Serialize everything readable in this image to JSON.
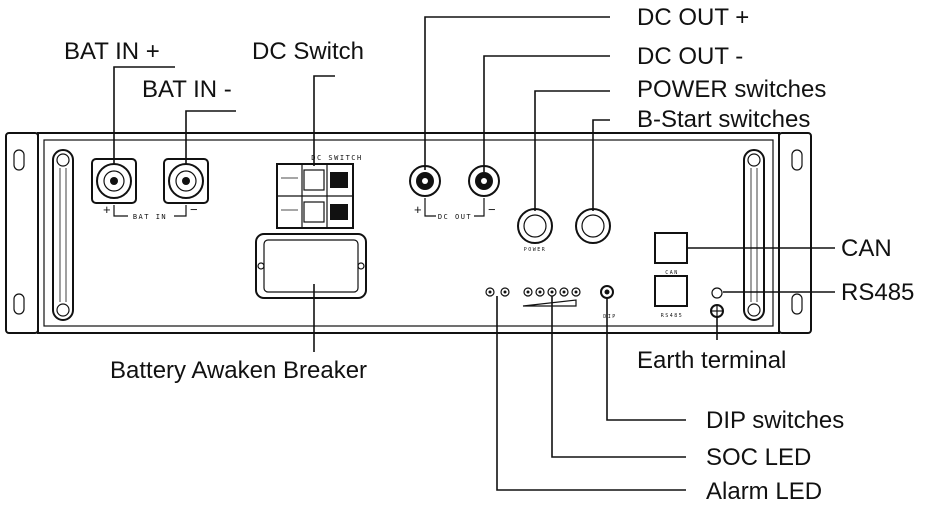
{
  "callouts": {
    "bat_in_plus": "BAT IN +",
    "bat_in_minus": "BAT IN -",
    "dc_switch": "DC Switch",
    "dc_out_plus": "DC OUT +",
    "dc_out_minus": "DC OUT -",
    "power_switches": "POWER switches",
    "b_start_switches": "B-Start switches",
    "can": "CAN",
    "rs485": "RS485",
    "earth_terminal": "Earth terminal",
    "battery_awaken_breaker": "Battery Awaken Breaker",
    "dip_switches": "DIP switches",
    "soc_led": "SOC LED",
    "alarm_led": "Alarm LED"
  },
  "panel_markings": {
    "dc_switch": "DC SWITCH",
    "bat_in": "BAT IN",
    "dc_out": "DC OUT",
    "plus": "+",
    "minus": "−",
    "power": "POWER",
    "can": "CAN",
    "rs485": "RS485",
    "dip": "DIP"
  }
}
